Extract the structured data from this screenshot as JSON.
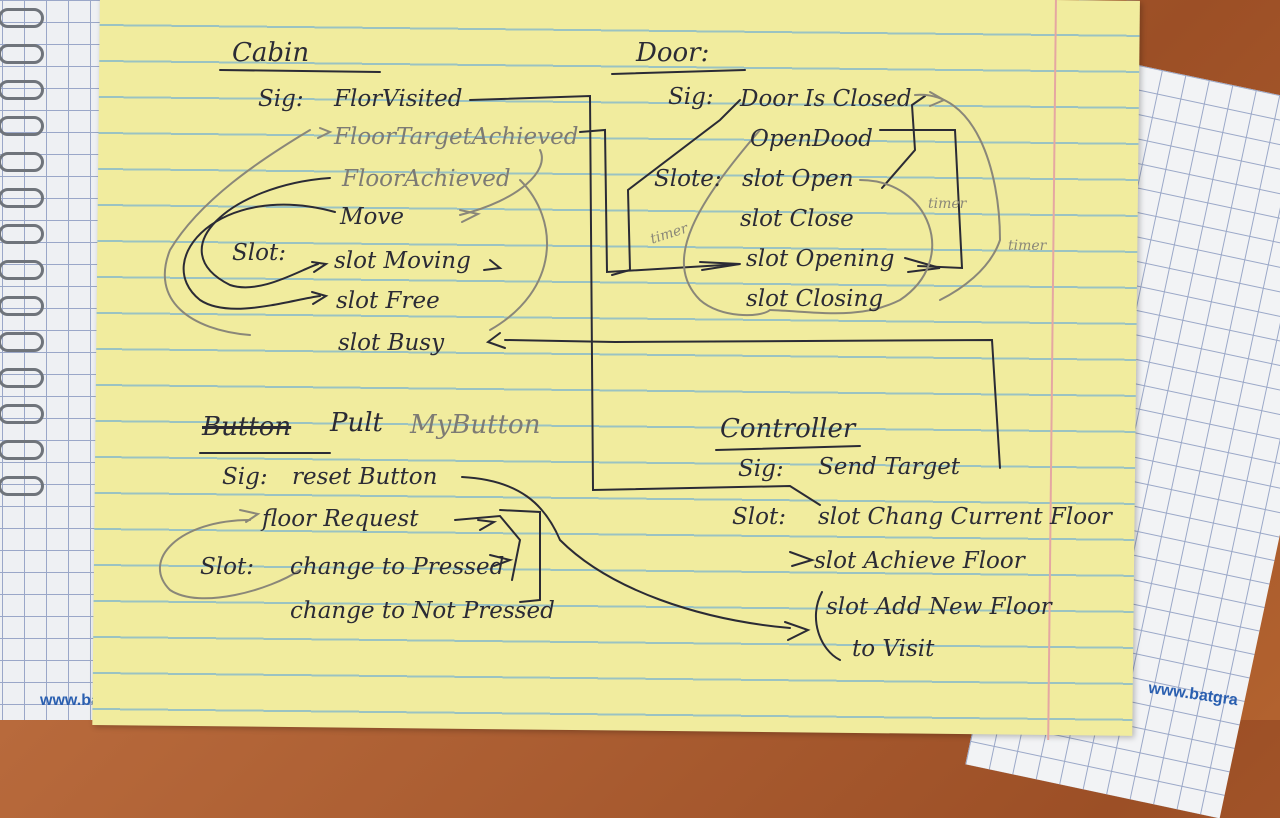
{
  "scene": "Handwritten signal/slot sketch on a yellow legal pad between two spiral graph-paper notebooks",
  "colors": {
    "pad": "#f1ec9e",
    "ink": "#2b2b35",
    "pencil": "#7d7b74",
    "desk": "#a85a2e",
    "grid": "#9aa7c8"
  },
  "cabin": {
    "title": "Cabin",
    "sig_label": "Sig:",
    "signals": [
      "FlorVisited",
      "FloorTargetAchieved",
      "FloorAchieved",
      "Move"
    ],
    "slot_label": "Slot:",
    "slots": [
      "slot Moving",
      "slot Free",
      "slot Busy"
    ]
  },
  "door": {
    "title": "Door:",
    "sig_label": "Sig:",
    "signals": [
      "Door Is Closed",
      "OpenDood"
    ],
    "slot_label": "Slote:",
    "slots": [
      "slot Open",
      "slot Close",
      "slot Opening",
      "slot Closing"
    ],
    "notes": [
      "timer",
      "timer",
      "timer"
    ]
  },
  "pult": {
    "title_struck": "Button",
    "title": "Pult",
    "title_pencil": "MyButton",
    "sig_label": "Sig:",
    "signals": [
      "reset Button",
      "floor Request"
    ],
    "slot_label": "Slot:",
    "slots": [
      "change to Pressed",
      "change to Not Pressed"
    ]
  },
  "controller": {
    "title": "Controller",
    "sig_label": "Sig:",
    "signals": [
      "Send Target"
    ],
    "slot_label": "Slot:",
    "slots": [
      "slot Chang Current Floor",
      "slot Achieve Floor",
      "slot Add New Floor",
      "to Visit"
    ]
  },
  "brand": {
    "left": "www.batgra",
    "right": "www.batgra"
  }
}
